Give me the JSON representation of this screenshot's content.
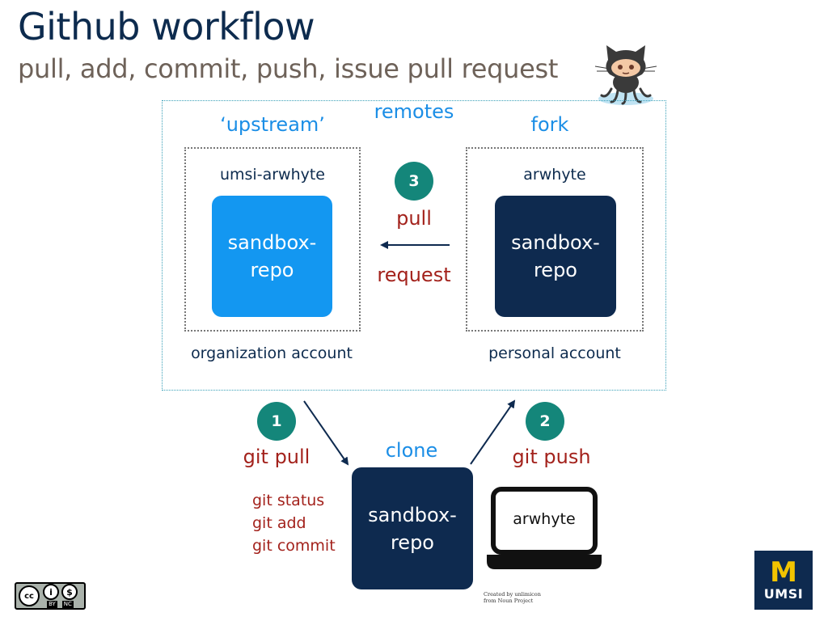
{
  "header": {
    "title": "Github workflow",
    "subtitle": "pull, add, commit, push, issue pull request"
  },
  "remotes": {
    "label": "remotes",
    "upstream": {
      "label": "‘upstream’",
      "account_name": "umsi-arwhyte",
      "repo": [
        "sandbox-",
        "repo"
      ],
      "account_type": "organization account"
    },
    "fork": {
      "label": "fork",
      "account_name": "arwhyte",
      "repo": [
        "sandbox-",
        "repo"
      ],
      "account_type": "personal account"
    }
  },
  "steps": [
    {
      "number": "1",
      "label": "git pull"
    },
    {
      "number": "2",
      "label": "git push"
    },
    {
      "number": "3",
      "label_line1": "pull",
      "label_line2": "request"
    }
  ],
  "local": {
    "label": "clone",
    "repo": [
      "sandbox-",
      "repo"
    ],
    "commands": [
      "git status",
      "git add",
      "git commit"
    ],
    "laptop_user": "arwhyte"
  },
  "footer": {
    "license_icons": [
      "cc-icon",
      "by-icon",
      "nc-icon"
    ],
    "license_text": [
      "BY",
      "NC"
    ],
    "credit": [
      "Created by unlimicon",
      "from Noun Project"
    ],
    "logo_text": "UMSI",
    "logo_mark": "M"
  },
  "colors": {
    "title": "#0d2b4e",
    "subtitle": "#6e6259",
    "accent_blue": "#1b8ee6",
    "repo_light": "#1397f1",
    "repo_dark": "#0e2a4f",
    "command_red": "#a3221c",
    "step_teal": "#14867a",
    "umsi_yellow": "#f2c400"
  }
}
